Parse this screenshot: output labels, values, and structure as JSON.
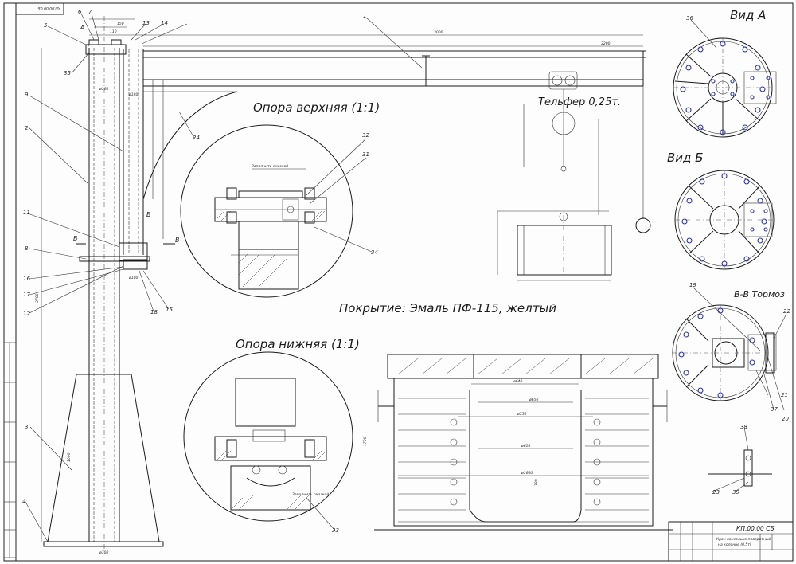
{
  "titles": {
    "view_a": "Вид А",
    "view_b": "Вид Б",
    "section_vv": "В-В Тормоз",
    "upper_support": "Опора верхняя  (1:1)",
    "lower_support": "Опора нижняя (1:1)",
    "coating": "Покрытие: Эмаль ПФ-115, желтый",
    "hoist": "Тельфер 0,25т."
  },
  "stamp": {
    "code_top": "КП.00.00 СБ",
    "code_title": "КП.00.00 СБ",
    "name_line1": "Кран консольно-поворотный",
    "name_line2": "на колонне (0,5т)"
  },
  "section_letters": {
    "a": "А",
    "b": "Б",
    "v_left": "В",
    "v_right": "В"
  },
  "callouts": [
    "1",
    "2",
    "3",
    "4",
    "5",
    "6",
    "7",
    "8",
    "9",
    "11",
    "12",
    "13",
    "14",
    "15",
    "16",
    "17",
    "18",
    "19",
    "20",
    "21",
    "22",
    "23",
    "24",
    "31",
    "32",
    "33",
    "34",
    "35",
    "36",
    "37",
    "38",
    "39"
  ],
  "dimensions": {
    "boom_total": "3000",
    "boom_inner": "3200",
    "d160": "ø160",
    "d180": "ø180",
    "d100": "ø100",
    "h3700": "3700",
    "h1000": "1000",
    "d700": "ø700",
    "d640": "ø640",
    "d650": "ø650",
    "d750": "ø750",
    "d610": "ø610",
    "d1600": "ø1600",
    "h1700": "1700",
    "h780": "780"
  },
  "notes": {
    "grease_top": "Заполнить смазкой",
    "grease_bottom": "Заполнить смазкой"
  }
}
